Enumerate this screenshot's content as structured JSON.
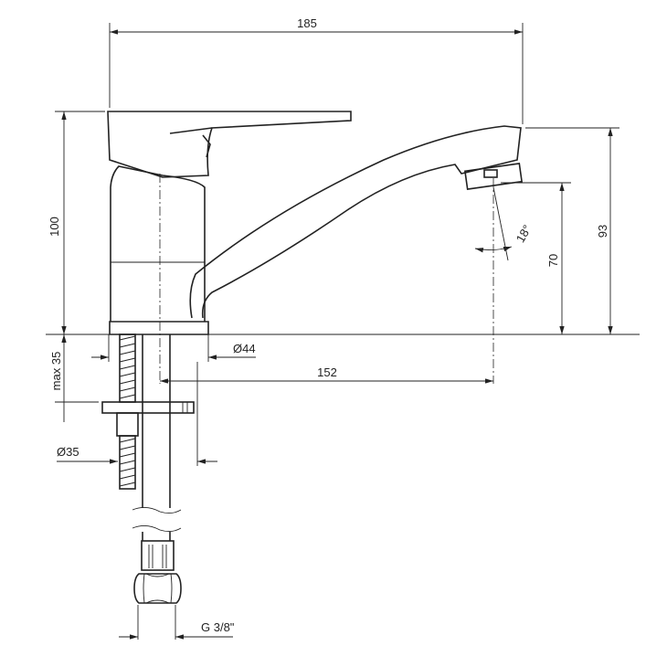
{
  "dimensions": {
    "overall_width": "185",
    "total_height": "100",
    "spout_height": "93",
    "outlet_height": "70",
    "outlet_angle": "18°",
    "base_diameter": "Ø44",
    "spout_reach": "152",
    "max_counter_thickness": "max 35",
    "hole_diameter": "Ø35",
    "connection_thread": "G 3/8\""
  }
}
